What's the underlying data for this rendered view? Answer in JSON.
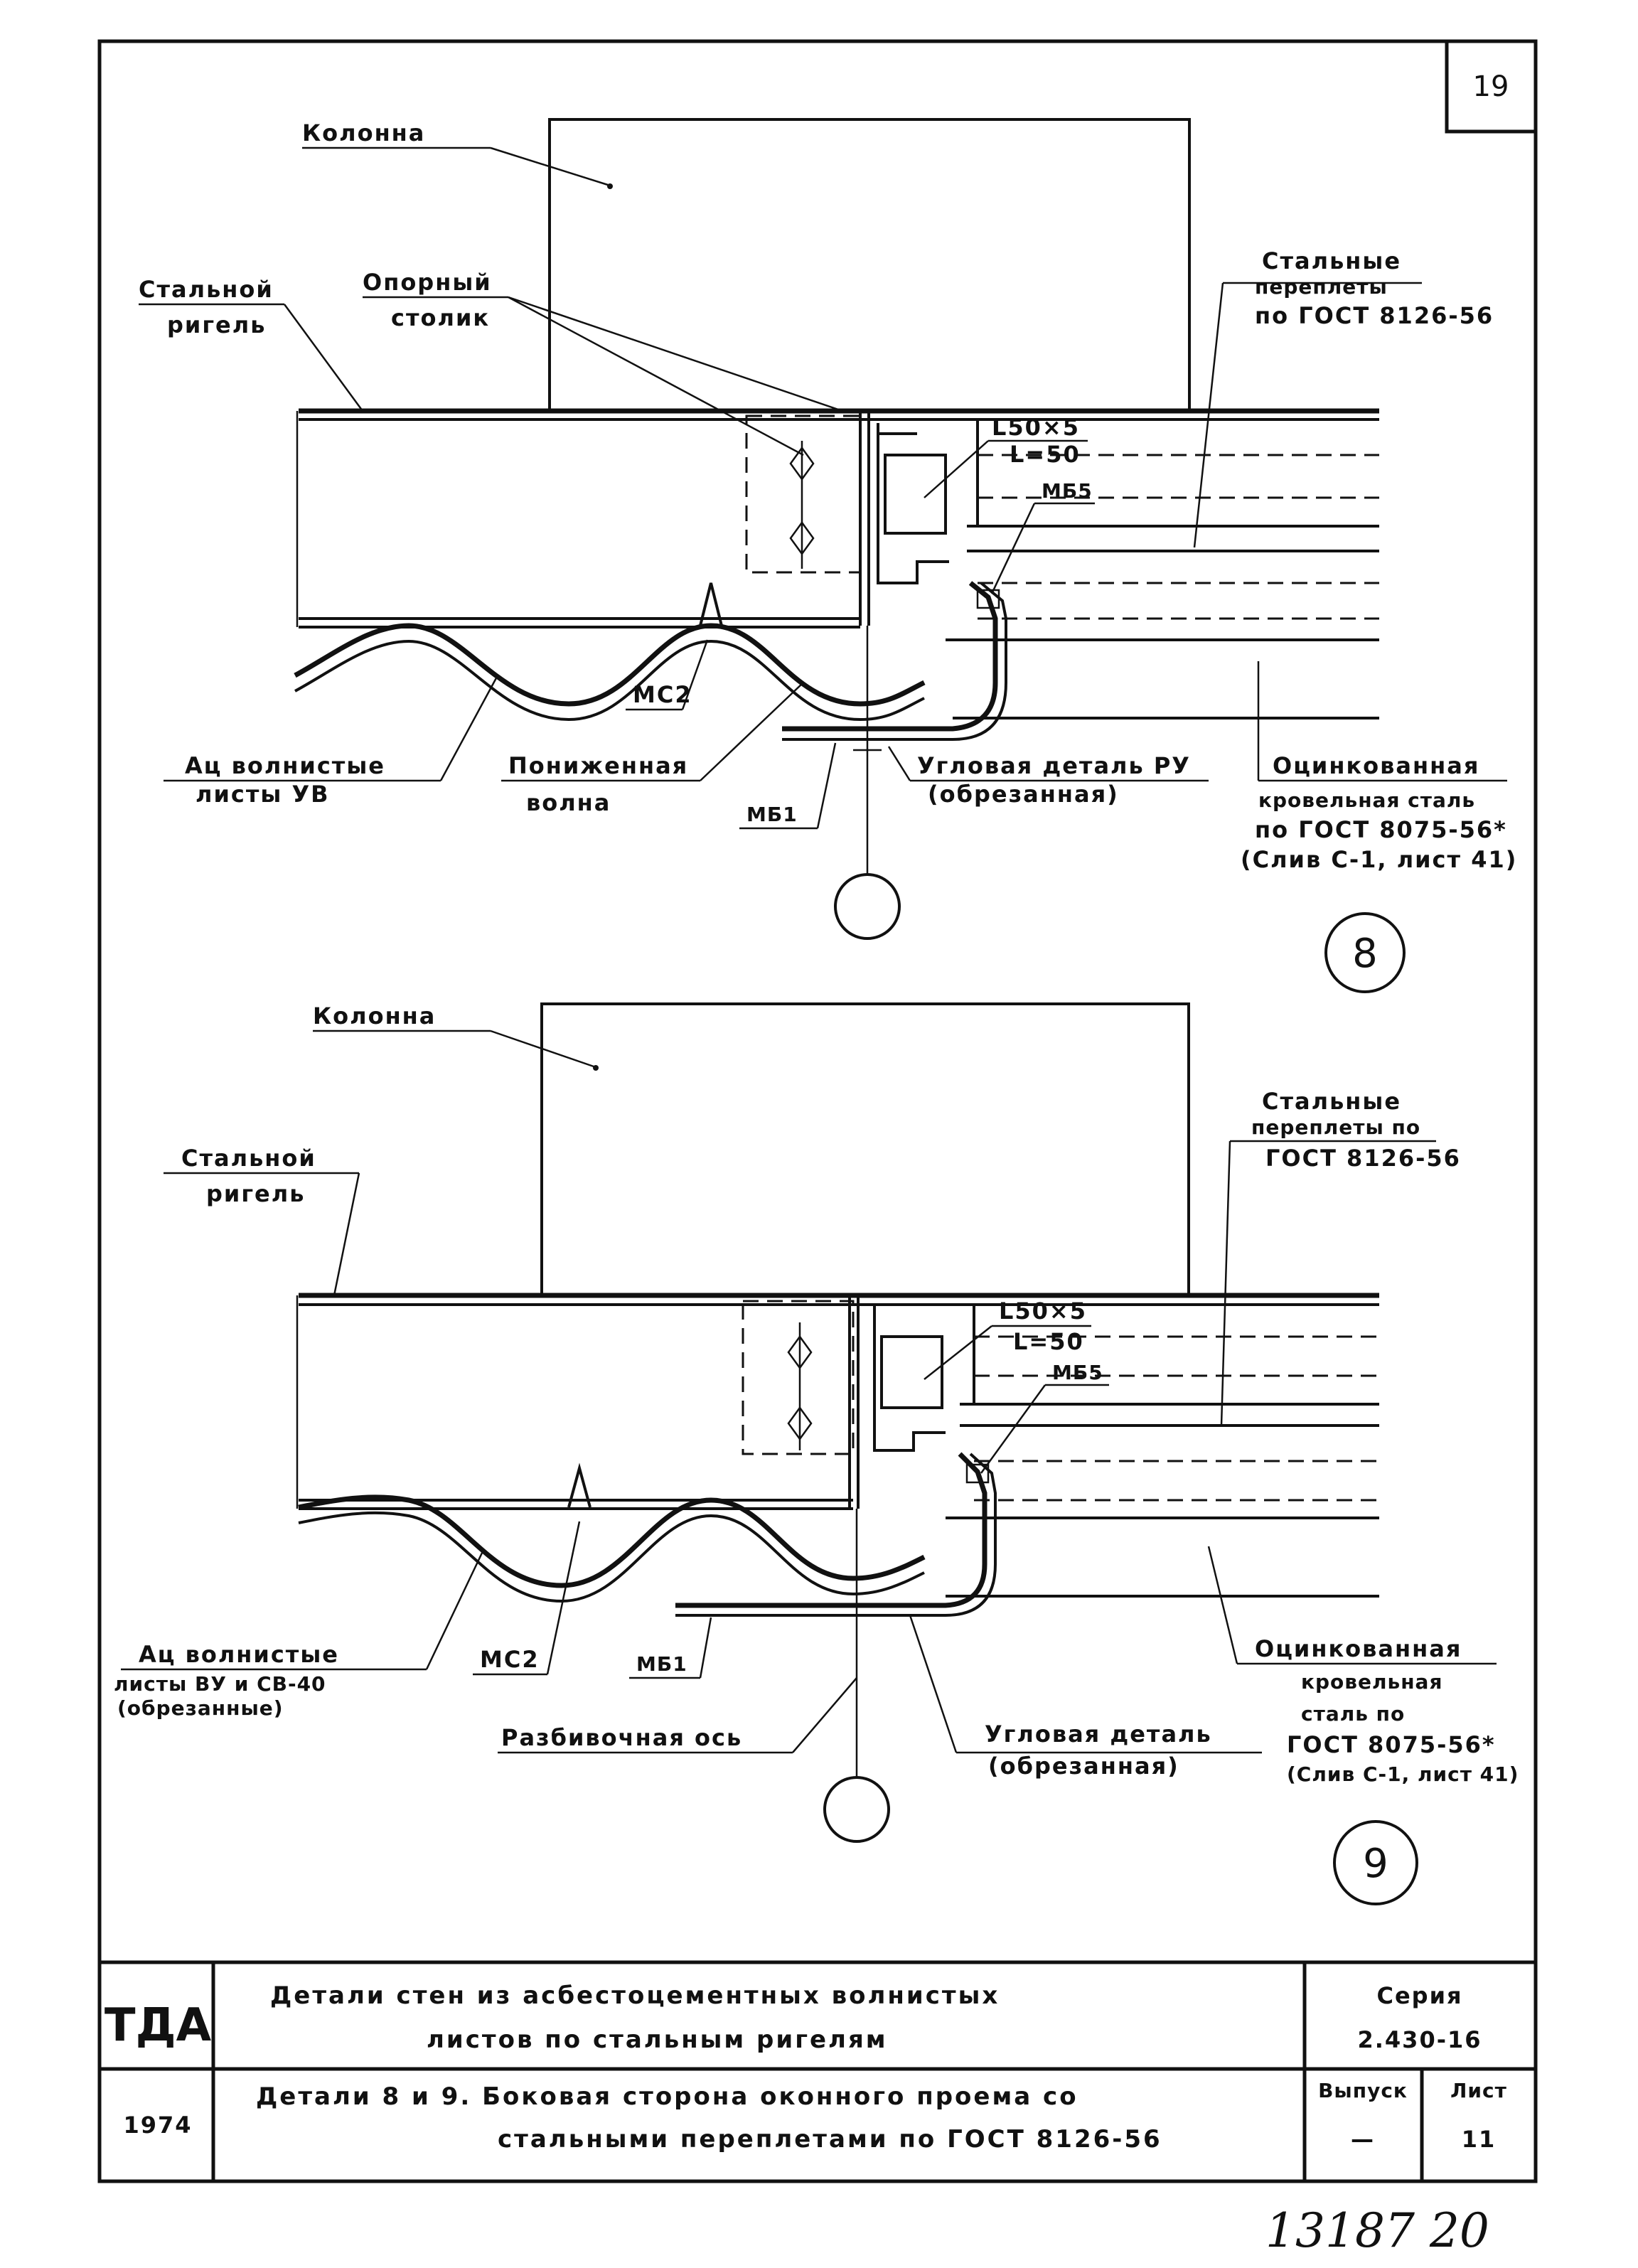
{
  "sheet": {
    "page_number": "19",
    "handwritten_number": "13187 20"
  },
  "detail_8": {
    "column_label": "Колонна",
    "girder_label_line1": "Стальной",
    "girder_label_line2": "ригель",
    "support_post_line1": "Опорный",
    "support_post_line2": "столик",
    "frames_line1": "Стальные",
    "frames_line2": "переплеты",
    "frames_line3": "по ГОСТ 8126-56",
    "angle_line1": "L50×5",
    "angle_line2": "L=50",
    "mb5": "МБ5",
    "mc2": "МС2",
    "sheets_line1": "Ац волнистые",
    "sheets_line2": "листы УВ",
    "lowered_wave_line1": "Пониженная",
    "lowered_wave_line2": "волна",
    "mb1": "МБ1",
    "corner_part_line1": "Угловая деталь РУ",
    "corner_part_line2": "(обрезанная)",
    "galv_line1": "Оцинкованная",
    "galv_line2": "кровельная сталь",
    "galv_line3": "по ГОСТ 8075-56*",
    "galv_line4": "(Слив С-1, лист 41)",
    "detail_number": "8"
  },
  "detail_9": {
    "column_label": "Колонна",
    "girder_label_line1": "Стальной",
    "girder_label_line2": "ригель",
    "frames_line1": "Стальные",
    "frames_line2": "переплеты по",
    "frames_line3": "ГОСТ 8126-56",
    "angle_line1": "L50×5",
    "angle_line2": "L=50",
    "mb5": "МБ5",
    "sheets_line1": "Ац волнистые",
    "sheets_line2": "листы ВУ и СВ-40",
    "sheets_line3": "(обрезанные)",
    "mc2": "МС2",
    "mb1": "МБ1",
    "axis_label": "Разбивочная ось",
    "corner_part_line1": "Угловая деталь",
    "corner_part_line2": "(обрезанная)",
    "galv_line1": "Оцинкованная",
    "galv_line2": "кровельная",
    "galv_line3": "сталь по",
    "galv_line4": "ГОСТ 8075-56*",
    "galv_line5": "(Слив С-1, лист 41)",
    "detail_number": "9"
  },
  "title_block": {
    "logo": "ТДА",
    "year": "1974",
    "title_line1": "Детали стен из асбестоцементных волнистых",
    "title_line2": "листов по стальным ригелям",
    "subtitle_line1": "Детали 8 и 9. Боковая сторона оконного проема со",
    "subtitle_line2": "стальными переплетами по ГОСТ 8126-56",
    "series_label": "Серия",
    "series_value": "2.430-16",
    "issue_label": "Выпуск",
    "issue_value": "—",
    "sheet_label": "Лист",
    "sheet_value": "11"
  }
}
